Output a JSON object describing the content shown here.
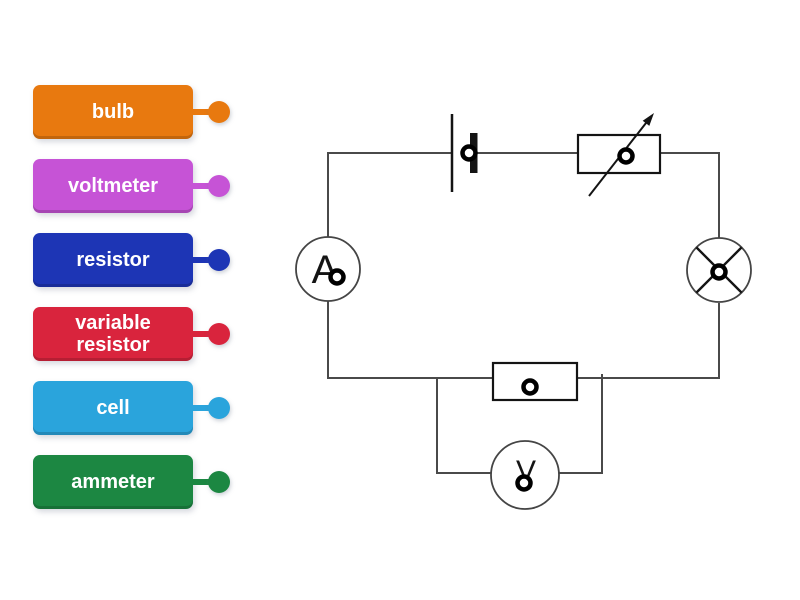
{
  "labels": [
    {
      "label": "bulb",
      "color": "#E8790F"
    },
    {
      "label": "voltmeter",
      "color": "#C653D6"
    },
    {
      "label": "resistor",
      "color": "#1D35B5"
    },
    {
      "label": "variable resistor",
      "color": "#D9243D"
    },
    {
      "label": "cell",
      "color": "#2AA4DC"
    },
    {
      "label": "ammeter",
      "color": "#1C8742"
    }
  ],
  "diagram": {
    "ammeter_letter": "A",
    "voltmeter_letter": "V",
    "colors": {
      "wire": "#4a4a4a",
      "symbol": "#141414",
      "meter_outline": "#454545",
      "drop_ring": "#000000",
      "background": "#ffffff"
    },
    "components": [
      "cell-symbol",
      "variable-resistor-symbol",
      "ammeter-symbol",
      "bulb-symbol",
      "resistor-symbol",
      "voltmeter-symbol"
    ]
  }
}
